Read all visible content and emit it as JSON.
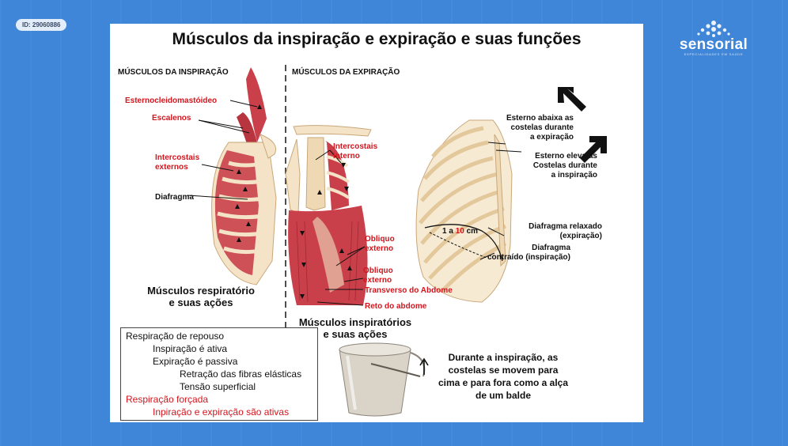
{
  "badge": {
    "id_text": "ID: 29060886"
  },
  "logo": {
    "name": "sensorial",
    "tagline": "ESPECIALIDADES EM SAÚDE"
  },
  "slide": {
    "title": "Músculos da inspiração e expiração e suas funções",
    "headers": {
      "inspiration": "MÚSCULOS DA INSPIRAÇÃO",
      "expiration": "MÚSCULOS DA EXPIRAÇÃO"
    },
    "left_labels": {
      "scm": "Esternocleidomastóideo",
      "scalenes": "Escalenos",
      "ext_intercostals_1": "Intercostais",
      "ext_intercostals_2": "externos",
      "diaphragm": "Diafragma"
    },
    "right_labels": {
      "int_intercostals_1": "Intercostais",
      "int_intercostals_2": "interno",
      "ext_oblique_1": "Obliquo",
      "ext_oblique_2": "externo",
      "int_oblique_1": "Obliquo",
      "int_oblique_2": "externo",
      "transverse": "Transverso do Abdome",
      "rectus": "Reto do abdome"
    },
    "captions": {
      "left_1": "Músculos respiratório",
      "left_2": "e suas ações",
      "middle_1": "Músculos inspiratórios",
      "middle_2": "e suas ações"
    },
    "ribcage_labels": {
      "sternum_down_1": "Esterno abaixa as",
      "sternum_down_2": "costelas durante",
      "sternum_down_3": "a expiração",
      "sternum_up_1": "Esterno eleva as",
      "sternum_up_2": "Costelas durante",
      "sternum_up_3": "a inspiração",
      "distance_prefix": "1 a ",
      "distance_value": "10",
      "distance_unit": " cm",
      "relaxed_1": "Diafragma relaxado",
      "relaxed_2": "(expiração)",
      "contracted_1": "Diafragma",
      "contracted_2": "contraído (inspiração)"
    },
    "info_box": {
      "line1": "Respiração de repouso",
      "line2": "Inspiração é ativa",
      "line3": "Expiração é passiva",
      "line4": "Retração das fibras elásticas",
      "line5": "Tensão superficial",
      "line6": "Respiração forçada",
      "line7": "Inpiração e expiração são ativas"
    },
    "bucket_caption": {
      "line1": "Durante a inspiração, as",
      "line2": "costelas se movem para",
      "line3": "cima e para fora como a alça",
      "line4": "de um balde"
    }
  },
  "colors": {
    "background": "#3f86d8",
    "accent_red": "#d5141c",
    "muscle": "#c9404a",
    "bone": "#f4e3c6"
  }
}
